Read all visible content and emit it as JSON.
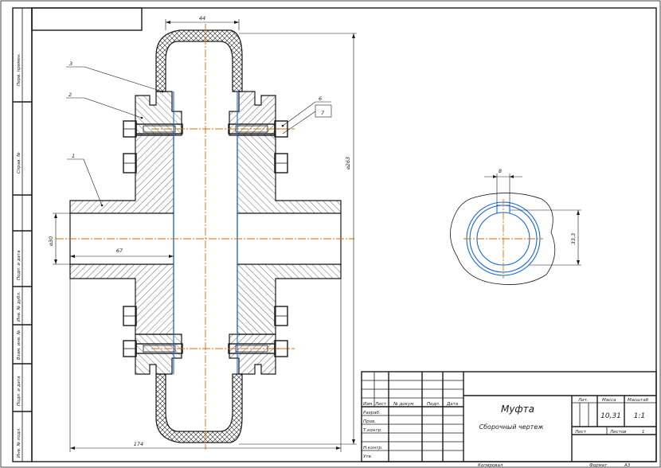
{
  "side_strip": {
    "labels": [
      "Перв. примен.",
      "Справ. №",
      "Подп. и дата",
      "Инв. № дубл.",
      "Взам. инв. №",
      "Подп. и дата",
      "Инв. № подл."
    ]
  },
  "drawing": {
    "dims": {
      "d44": "44",
      "d263": "⌀263",
      "d30": "⌀30",
      "d67": "67",
      "d174": "174",
      "d8": "8",
      "d33": "33,3"
    },
    "leaders": [
      "1",
      "2",
      "3",
      "6",
      "7"
    ]
  },
  "title_block": {
    "title": "Муфта",
    "subtitle": "Сборочный чертеж",
    "header_cols": [
      "Изм.",
      "Лист",
      "№ докум.",
      "Подп.",
      "Дата"
    ],
    "rows": [
      "Разраб.",
      "Пров.",
      "Т.контр.",
      "",
      "Н.контр.",
      "Утв."
    ],
    "lit_label": "Лит.",
    "mass_label": "Масса",
    "scale_label": "Масштаб",
    "mass_value": "10,31",
    "scale_value": "1:1",
    "sheet_label": "Лист",
    "sheets_label": "Листов",
    "sheets_value": "1",
    "copied_label": "Копировал",
    "format_label": "Формат",
    "format_value": "А3"
  }
}
